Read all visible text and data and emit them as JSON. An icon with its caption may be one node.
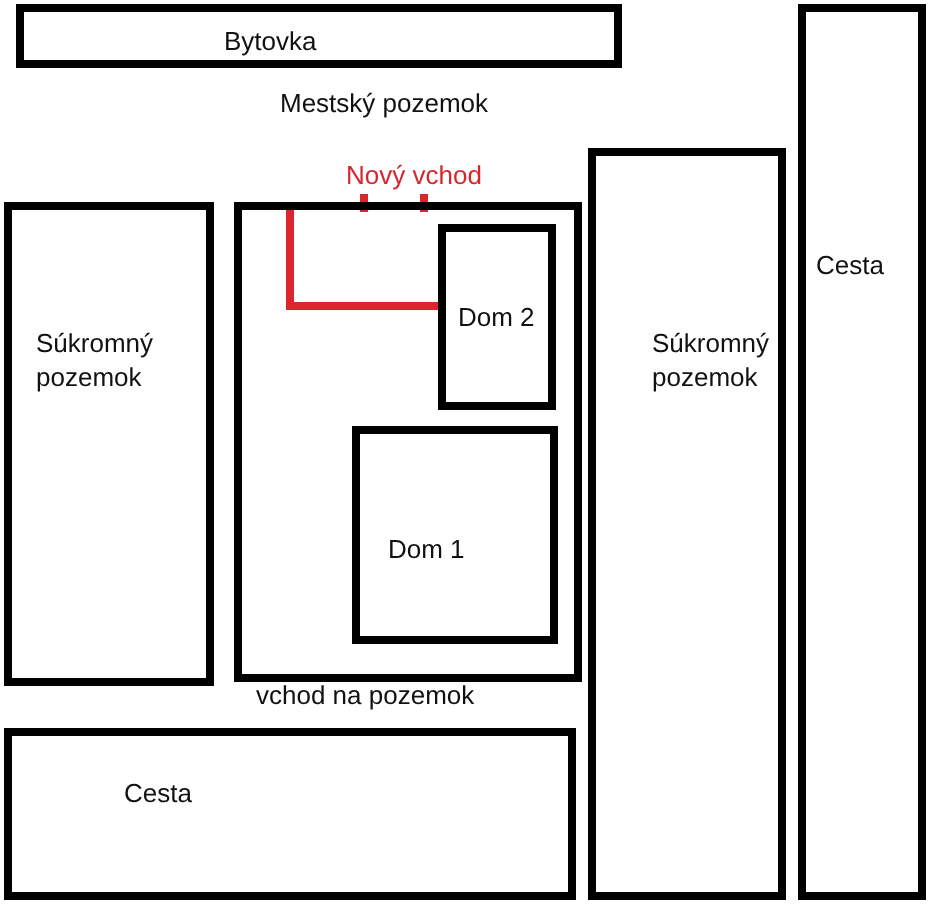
{
  "diagram": {
    "nodes": [
      {
        "text": [
          "Bytovka"
        ]
      },
      {
        "text": [
          "Súkromný pozemok"
        ]
      },
      {
        "text": [],
        "shape": "box"
      },
      {
        "text": [
          "Dom 2"
        ],
        "in": 2
      },
      {
        "text": [
          "Dom 1"
        ],
        "in": 2
      },
      {
        "text": [
          "Súkromný pozemok"
        ]
      },
      {
        "text": [
          "Cesta"
        ]
      },
      {
        "text": [
          "Cesta"
        ]
      }
    ],
    "edges": [
      {
        "from": 2,
        "to": 3,
        "arrow": "none",
        "color": "#e0242c"
      }
    ],
    "labels": [
      "Mestský pozemok",
      "Nový vchod",
      "vchod na pozemok"
    ]
  }
}
